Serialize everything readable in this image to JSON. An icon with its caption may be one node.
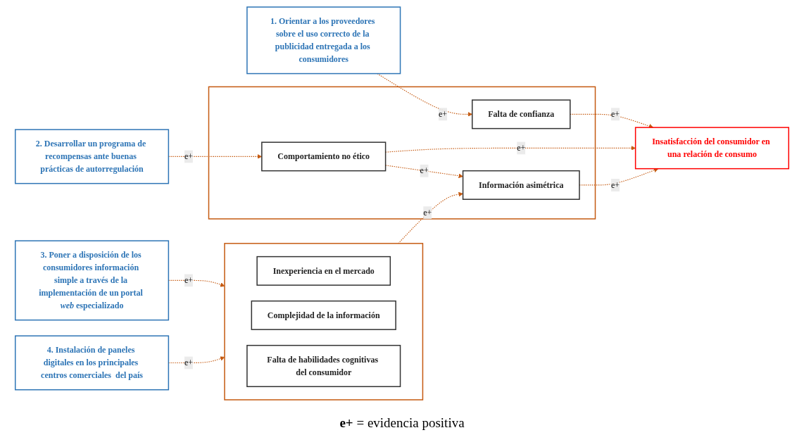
{
  "diagram": {
    "nodes": [
      {
        "text": [
          "1. Orientar a los proveedores sobre el uso correcto de la publicidad entregada a los consumidores"
        ]
      },
      {
        "text": [
          "2. Desarrollar un programa de recompensas ante buenas prácticas de autorregulación"
        ]
      },
      {
        "text": [
          "3. Poner a disposición de los consumidores información simple a través de la implementación de un portal *web* especializado"
        ]
      },
      {
        "text": [
          "4. Instalación de paneles digitales en los principales centros comerciales  del país"
        ]
      },
      {
        "text": [],
        "shape": "box"
      },
      {
        "text": [
          "Falta de confianza"
        ],
        "in": 4
      },
      {
        "text": [
          "Comportamiento no ético"
        ],
        "in": 4
      },
      {
        "text": [
          "Información asimétrica"
        ],
        "in": 4
      },
      {
        "text": [],
        "shape": "box"
      },
      {
        "text": [
          "Inexperiencia en el mercado"
        ],
        "in": 8
      },
      {
        "text": [
          "Complejidad de la información"
        ],
        "in": 8
      },
      {
        "text": [
          "Falta de habilidades cognitivas del consumidor"
        ],
        "in": 8
      },
      {
        "text": [
          "Insatisfacción del consumidor en una relación de consumo"
        ]
      }
    ],
    "edges": [
      {
        "from": 0,
        "to": 5,
        "arrow": "to",
        "label": "e+",
        "style": "dashed"
      },
      {
        "from": 1,
        "to": 6,
        "arrow": "to",
        "label": "e+",
        "style": "dashed"
      },
      {
        "from": 2,
        "to": 8,
        "arrow": "to",
        "label": "e+",
        "style": "dashed"
      },
      {
        "from": 3,
        "to": 8,
        "arrow": "to",
        "label": "e+",
        "style": "dashed"
      },
      {
        "from": 8,
        "to": 7,
        "arrow": "to",
        "label": "e+",
        "style": "dashed"
      },
      {
        "from": 6,
        "to": 7,
        "arrow": "to",
        "label": "e+",
        "style": "dashed"
      },
      {
        "from": 5,
        "to": 12,
        "arrow": "to",
        "label": "e+",
        "style": "dashed"
      },
      {
        "from": 6,
        "to": 12,
        "arrow": "to",
        "label": "e+",
        "style": "dashed"
      },
      {
        "from": 7,
        "to": 12,
        "arrow": "to",
        "label": "e+",
        "style": "dashed"
      }
    ],
    "labels": [
      "**e+** = evidencia positiva"
    ]
  }
}
